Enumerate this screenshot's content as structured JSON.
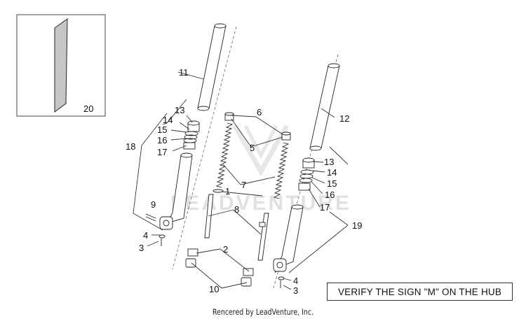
{
  "diagram": {
    "callouts": {
      "c20": "20",
      "c11": "11",
      "c12": "12",
      "c13a": "13",
      "c14a": "14",
      "c15a": "15",
      "c16a": "16",
      "c17a": "17",
      "c18": "18",
      "c6": "6",
      "c5": "5",
      "c7": "7",
      "c1": "1",
      "c8": "8",
      "c9": "9",
      "c4a": "4",
      "c3a": "3",
      "c2": "2",
      "c10": "10",
      "c13b": "13",
      "c14b": "14",
      "c15b": "15",
      "c16b": "16",
      "c17b": "17",
      "c19": "19",
      "c4b": "4",
      "c3b": "3"
    },
    "watermark": "LEADVENTURE"
  },
  "note": "VERIFY THE SIGN \"M\" ON THE HUB",
  "footer": "Rencered by LeadVenture, Inc.",
  "colors": {
    "line": "#222222",
    "part_fill": "#ffffff",
    "inset_fill": "#c8c8c8"
  }
}
